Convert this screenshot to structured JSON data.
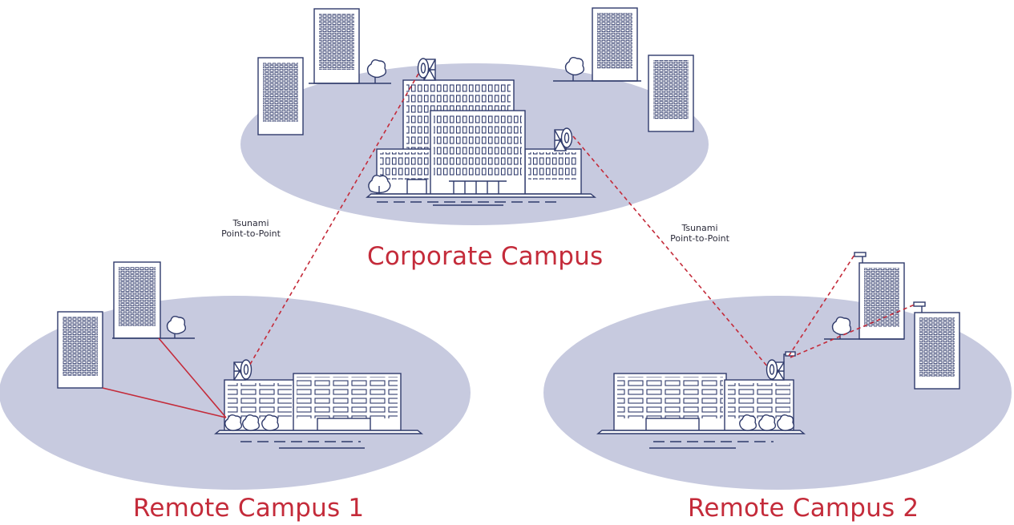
{
  "campuses": {
    "corporate": {
      "title": "Corporate Campus"
    },
    "remote1": {
      "title": "Remote Campus 1"
    },
    "remote2": {
      "title": "Remote Campus 2"
    }
  },
  "links": [
    {
      "line1": "Tsunami",
      "line2": "Point-to-Point"
    },
    {
      "line1": "Tsunami",
      "line2": "Point-to-Point"
    }
  ],
  "colors": {
    "ground": "#c7cadf",
    "building_stroke": "#2f3a6b",
    "link_red": "#c42b3a"
  },
  "icons": [
    "building-icon",
    "tree-icon",
    "dish-antenna-icon",
    "lattice-tower-icon",
    "wall-mount-antenna-icon"
  ]
}
